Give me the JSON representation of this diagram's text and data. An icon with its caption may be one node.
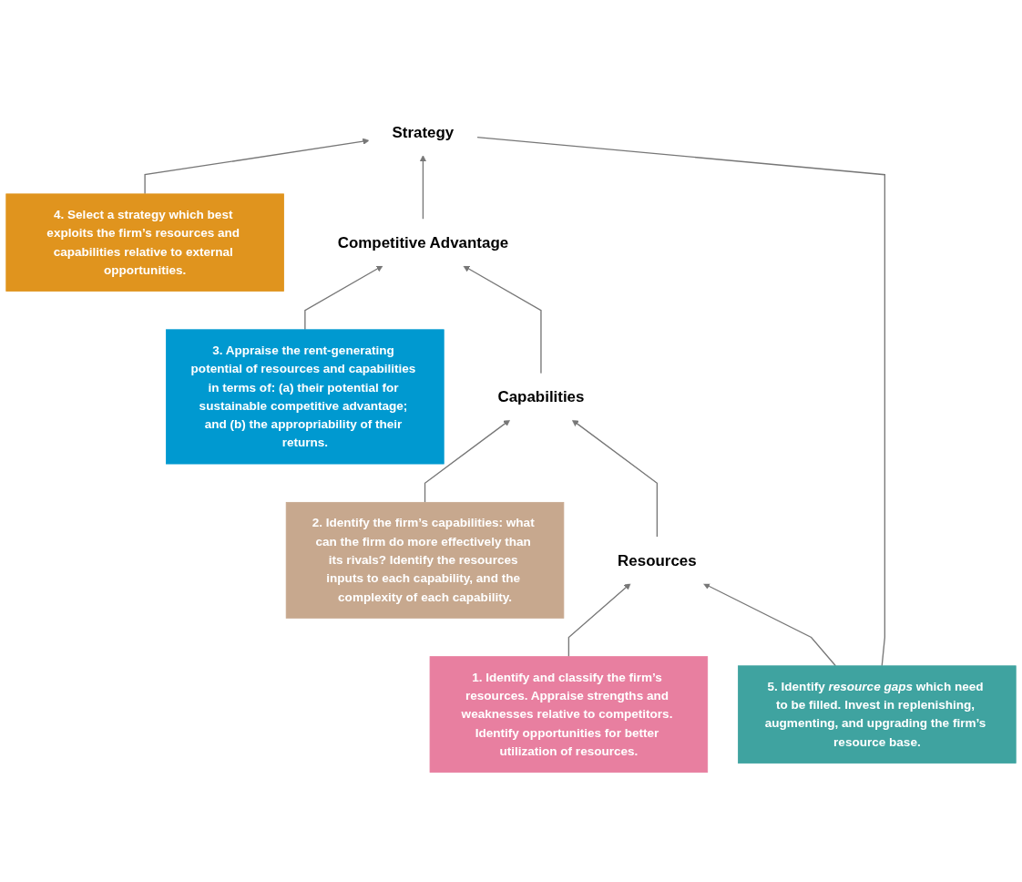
{
  "diagram": {
    "nodes": [
      {
        "text": [
          "4. Select a strategy which best exploits the firm’s resources and capabilities relative to external opportunities."
        ]
      },
      {
        "text": [
          "Strategy"
        ]
      },
      {
        "text": [
          "3. Appraise the rent-generating potential of resources and capabilities in terms of: (a) their potential for sustainable competitive advantage; and (b) the appropriability of their returns."
        ]
      },
      {
        "text": [
          "Competitive Advantage"
        ]
      },
      {
        "text": [
          "5. Identify *resource gaps* which need to be filled. Invest in replenishing, augmenting, and upgrading the firm’s resource base."
        ]
      },
      {
        "text": [
          "2. Identify the firm’s capabilities: what can the firm do more effectively than its rivals? Identify the resources inputs to each capability, and the complexity of each capability."
        ]
      },
      {
        "text": [
          "Capabilities"
        ]
      },
      {
        "text": [
          "1. Identify and classify the firm’s resources. Appraise strengths and weaknesses relative to competitors. Identify opportunities for better utilization of resources."
        ]
      },
      {
        "text": [
          "Resources"
        ]
      }
    ],
    "edges": [
      {
        "from": 0,
        "to": 1,
        "arrow": "to"
      },
      {
        "from": 2,
        "to": 3,
        "arrow": "to"
      },
      {
        "from": 5,
        "to": 6,
        "arrow": "to"
      },
      {
        "from": 7,
        "to": 8,
        "arrow": "to"
      },
      {
        "from": 8,
        "to": 6,
        "arrow": "to"
      },
      {
        "from": 6,
        "to": 3,
        "arrow": "to"
      },
      {
        "from": 3,
        "to": 1,
        "arrow": "to"
      },
      {
        "from": 1,
        "to": 4,
        "arrow": "none"
      },
      {
        "from": 4,
        "to": 8,
        "arrow": "to"
      }
    ]
  }
}
